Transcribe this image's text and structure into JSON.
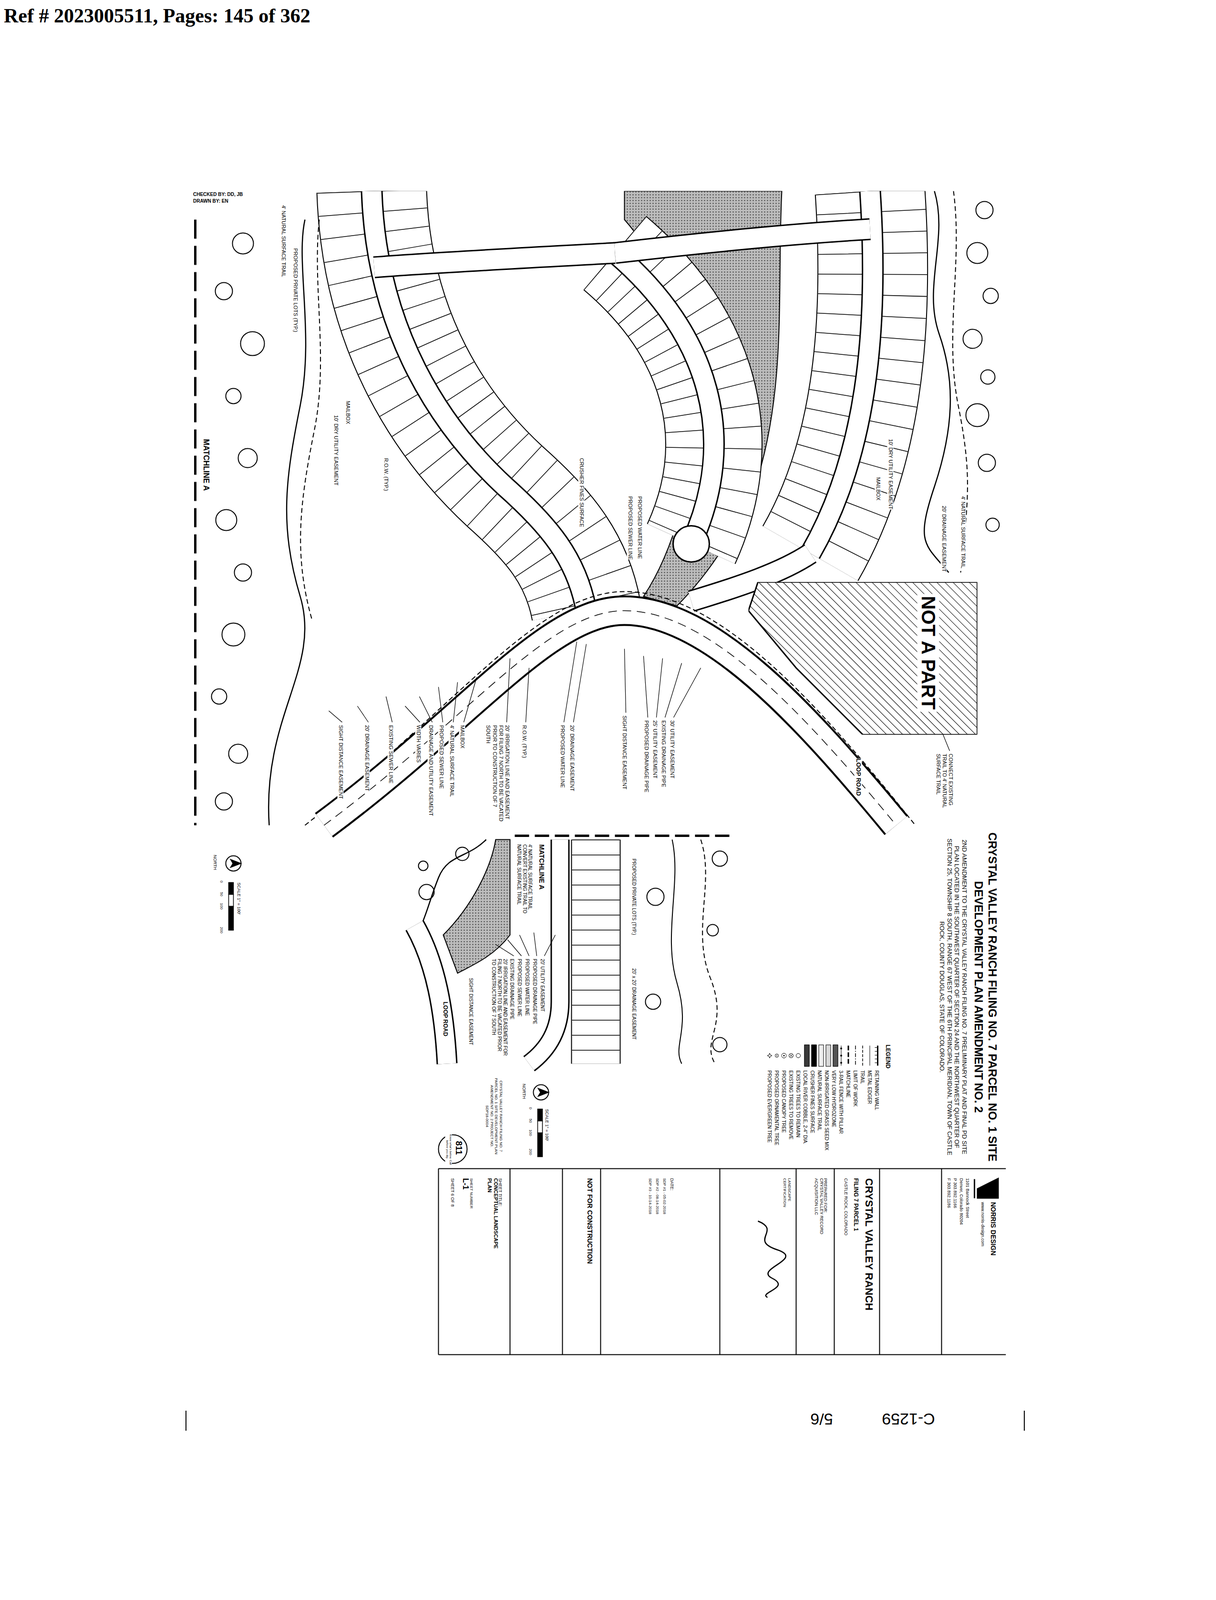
{
  "diagram": {
    "title": "CRYSTAL VALLEY RANCH FILING NO. 7 PARCEL NO. 1 SITE DEVELOPMENT PLAN AMENDMENT NO. 2",
    "nodes": [
      {
        "text": [
          "NOT A PART"
        ]
      }
    ],
    "labels": [
      "Ref # 2023005511, Pages: 145 of 362",
      "CHECKED BY: DD, JB",
      "DRAWN BY: EN",
      "C-1259",
      "5/6",
      "CONNECT EXISTING TRAIL TO 4' NATURAL SURFACE TRAIL",
      "PROPOSED PRIVATE LOTS (TYP.)",
      "4' NATURAL SURFACE TRAIL",
      "10' DRY UTILITY EASEMENT",
      "MAILBOX",
      "R.O.W. (TYP.)",
      "CRUSHER FINES SURFACE",
      "PROPOSED WATER LINE",
      "PROPOSED SEWER LINE",
      "10' DRY UTILITY EASEMENT",
      "MAILBOX",
      "20' DRAINAGE EASEMENT",
      "4' NATURAL SURFACE TRAIL",
      "LOOP ROAD",
      "30' UTILITY EASEMENT",
      "EXISTING DRAINAGE PIPE",
      "25' UTILITY EASEMENT",
      "PROPOSED DRAINAGE PIPE",
      "SIGHT DISTANCE EASEMENT",
      "20' DRAINAGE EASEMENT",
      "PROPOSED WATER LINE",
      "R.O.W. (TYP.)",
      "20' IRRIGATION LINE AND EASEMENT FOR FILING 7 NORTH TO BE VACATED PRIOR TO CONSTRUCTION OF 7 SOUTH",
      "MAILBOX",
      "4' NATURAL SURFACE TRAIL",
      "PROPOSED SEWER LINE",
      "DRAINAGE AND UTILITY EASEMENT",
      "WIDTH VARIES",
      "EXISTING SEWER LINE",
      "20' DRAINAGE EASEMENT",
      "SIGHT DISTANCE EASEMENT",
      "MATCHLINE A",
      "NORTH",
      "SCALE 1\" = 100'",
      "0",
      "50",
      "100",
      "200",
      "MATCHLINE A",
      "PROPOSED PRIVATE LOTS (TYP.)",
      "20' x 20' DRAINAGE EASEMENT",
      "4' NATURAL SURFACE TRAIL",
      "CONVERT EXISTING TRAIL TO NATURAL SURFACE TRAIL",
      "20' UTILITY EASEMENT",
      "PROPOSED DRAINAGE PIPE",
      "PROPOSED WATER LINE",
      "PROPOSED SEWER LINE",
      "EXISTING DRAINAGE PIPE",
      "20' IRRIGATION LINE AND EASEMENT FOR FILING 7 NORTH TO BE VACATED PRIOR TO CONSTRUCTION OF 7 SOUTH",
      "SIGHT DISTANCE EASEMENT",
      "LOOP ROAD",
      "NORTH",
      "SCALE 1\" = 100'",
      "0",
      "50",
      "100",
      "200",
      "CRYSTAL VALLEY RANCH FILING NO. 7 PARCEL NO. 1 SITE DEVELOPMENT PLAN AMENDMENT NO. 2 PROJECT NO. SDP18-0004",
      "811",
      "Know what's below. Call before you dig.",
      "2ND AMENDMENT TO THE CRYSTAL VALLEY RANCH FILING NO. 7 PRELIMINARY PLAT AND FINAL PD SITE PLAN LOCATED IN THE SOUTHWEST QUARTER OF SECTION 24 AND THE NORTHWEST QUARTER OF SECTION 25, TOWNSHIP 8 SOUTH, RANGE 67 WEST OF THE 6TH PRINCIPAL MERIDIAN, TOWN OF CASTLE ROCK, COUNTY DOUGLAS, STATE OF COLORADO.",
      "LEGEND",
      "NORRIS DESIGN",
      "www.norris-design.com",
      "1101 Bannock Street",
      "Denver, Colorado 80204",
      "P 303.892.1166",
      "F 303.892.1186",
      "CRYSTAL VALLEY RANCH",
      "FILING 7 PARCEL 1",
      "CASTLE ROCK, COLORADO",
      "PREPARED FOR:",
      "CRYSTAL VALLEY RECORD ACQUISITION LLC",
      "LANDSCAPE CERTIFICATION",
      "DATE:",
      "SDP #1 - 05-02-2018",
      "SDP #2 - 08-14-2018",
      "SDP #3 - 10-14-2018",
      "NOT FOR CONSTRUCTION",
      "SHEET TITLE:",
      "CONCEPTUAL LANDSCAPE PLAN",
      "SHEET NUMBER",
      "L-1",
      "SHEET 6 OF 8"
    ],
    "legend": [
      {
        "text": "RETAINING WALL"
      },
      {
        "text": "METAL EDGER"
      },
      {
        "text": "TRAIL"
      },
      {
        "text": "LIMIT OF WORK"
      },
      {
        "text": "MATCHLINE"
      },
      {
        "text": "3-RAIL FENCE WITH PILLAR"
      },
      {
        "text": "VERY LOW HYDROZONE",
        "color": "#555555"
      },
      {
        "text": "NON-IRRIGATED GRASS SEED MIX",
        "color": "#d9d9d9"
      },
      {
        "text": "NATURAL SURFACE TRAIL",
        "color": "#eeeeee"
      },
      {
        "text": "CRUSHER FINES SURFACE",
        "color": "#000000"
      },
      {
        "text": "LOCAL RIVER COBBLE, 2-4\" DIA.",
        "color": "#3a3a3a"
      },
      {
        "text": "EXISTING TREES TO REMAIN"
      },
      {
        "text": "EXISTING TREES TO REMOVE"
      },
      {
        "text": "PROPOSED CANOPY TREE"
      },
      {
        "text": "PROPOSED ORNAMENTAL TREE"
      },
      {
        "text": "PROPOSED EVERGREEN TREE"
      }
    ]
  }
}
